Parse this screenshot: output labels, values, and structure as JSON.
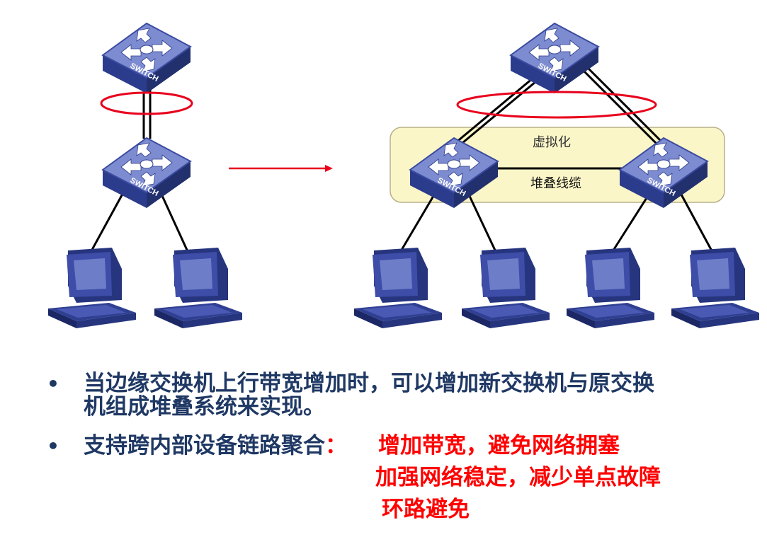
{
  "diagram": {
    "left_switch_top": "SWITCH",
    "left_switch_bottom": "SWITCH",
    "right_switch_top": "SWITCH",
    "right_switch_left": "SWITCH",
    "right_switch_right": "SWITCH",
    "virtualization_label": "虚拟化",
    "stack_cable_label": "堆叠线缆",
    "colors": {
      "switch_body": "#33449a",
      "pc_body": "#2f3f8f",
      "highlight_ellipse": "#e8001c",
      "arrow": "#e8001c",
      "virtual_box_fill": "#fbf6c8",
      "text_blue": "#1f3864",
      "text_red": "#ff0000"
    }
  },
  "bullets": {
    "b1_line1": "当边缘交换机上行带宽增加时，可以增加新交换机与原交换",
    "b1_line2": "机组成堆叠系统来实现。",
    "b2_prefix": "支持跨内部设备链路聚合",
    "b2_colon": "：",
    "b2_benefit1": "增加带宽，避免网络拥塞",
    "b2_benefit2": "加强网络稳定，减少单点故障",
    "b2_benefit3": "环路避免",
    "dot": "•"
  }
}
